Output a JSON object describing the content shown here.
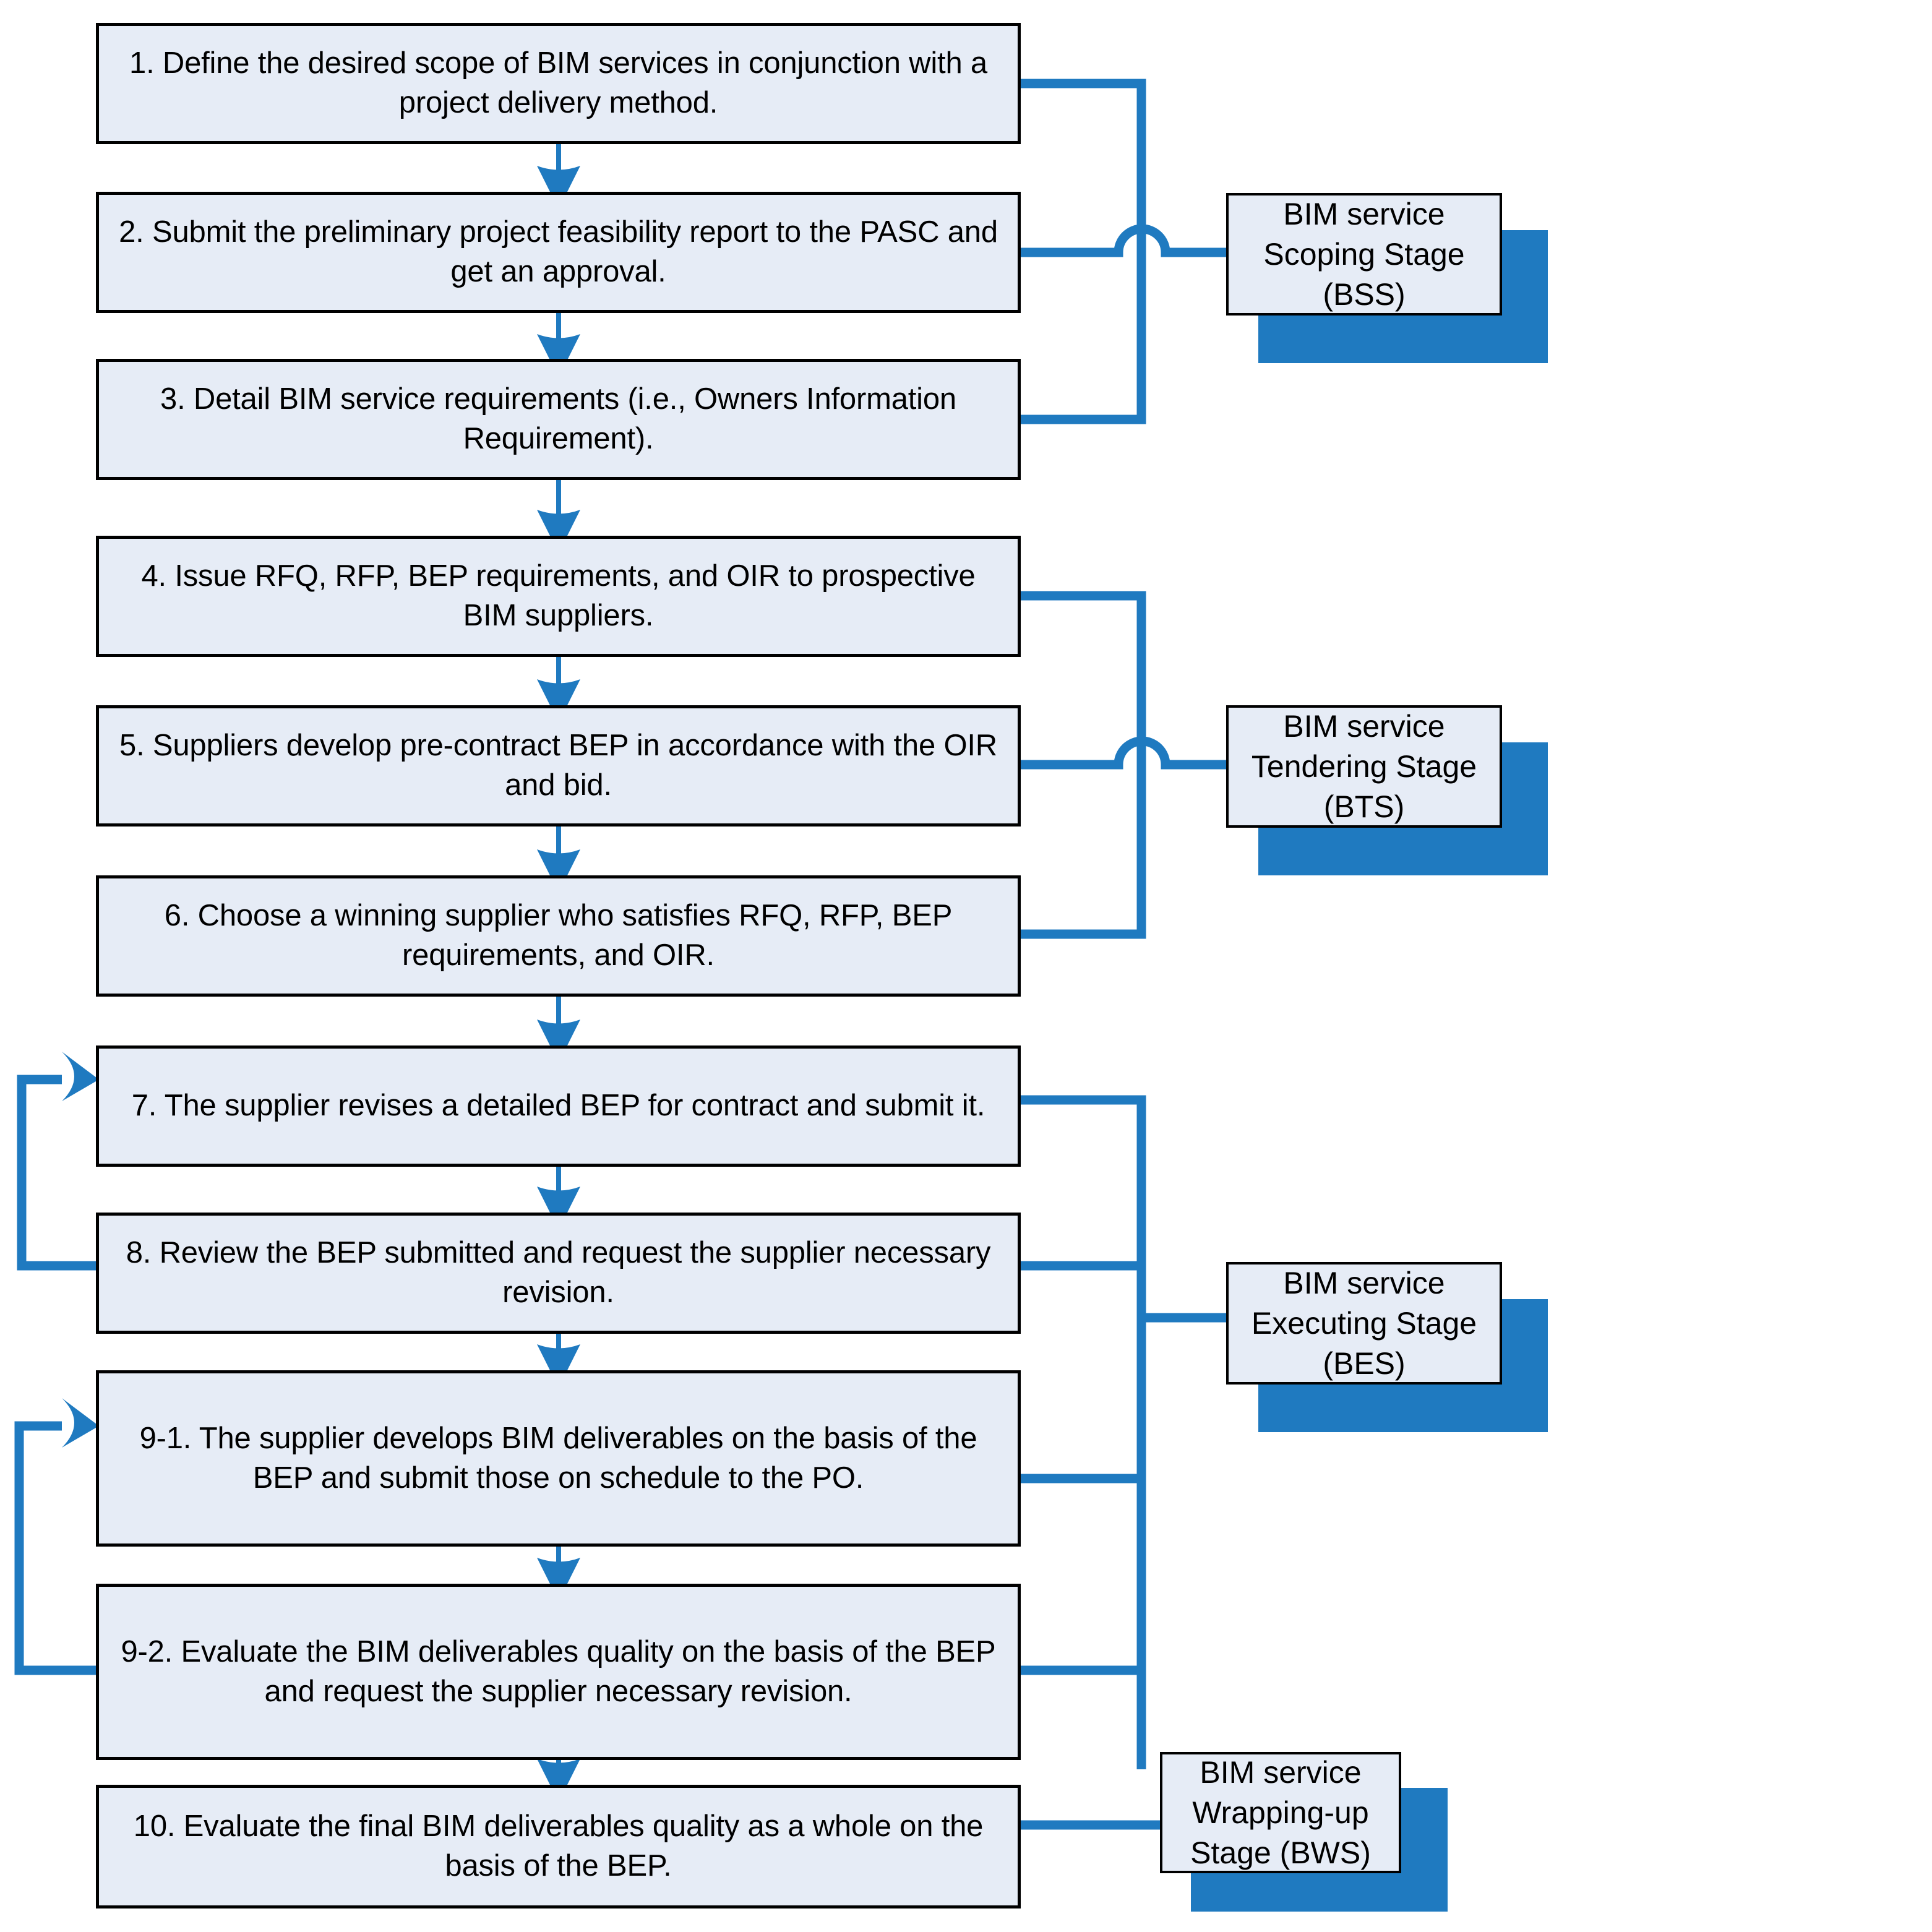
{
  "diagram": {
    "title": "BIM service delivery process flowchart",
    "accent_color": "#1f7ac0",
    "box_fill": "#e6ecf6",
    "box_border": "#000000"
  },
  "process_steps": [
    {
      "id": "step-1",
      "text": "1. Define the desired scope of BIM services in conjunction with a project delivery method."
    },
    {
      "id": "step-2",
      "text": "2. Submit the preliminary project feasibility report to the PASC and get an approval."
    },
    {
      "id": "step-3",
      "text": "3. Detail BIM service requirements (i.e., Owners Information Requirement)."
    },
    {
      "id": "step-4",
      "text": "4. Issue RFQ, RFP, BEP requirements, and OIR to prospective BIM suppliers."
    },
    {
      "id": "step-5",
      "text": "5. Suppliers develop pre-contract BEP in accordance with the OIR and bid."
    },
    {
      "id": "step-6",
      "text": "6. Choose a winning supplier who satisfies RFQ, RFP, BEP requirements, and OIR."
    },
    {
      "id": "step-7",
      "text": "7. The supplier revises a detailed BEP for contract and submit it."
    },
    {
      "id": "step-8",
      "text": "8. Review the BEP submitted and request the supplier necessary revision."
    },
    {
      "id": "step-9-1",
      "text": "9-1. The supplier develops BIM deliverables on the basis of the BEP and submit those on schedule to the PO."
    },
    {
      "id": "step-9-2",
      "text": "9-2. Evaluate the BIM deliverables quality on the basis of the BEP and request the supplier necessary revision."
    },
    {
      "id": "step-10",
      "text": "10. Evaluate the final BIM deliverables quality as a whole on the basis of the BEP."
    }
  ],
  "stages": [
    {
      "id": "stage-bss",
      "line1": "BIM service Scoping Stage",
      "line2": "(BSS)",
      "text": "BIM service Scoping Stage (BSS)",
      "covers": [
        "step-1",
        "step-2",
        "step-3"
      ]
    },
    {
      "id": "stage-bts",
      "line1": "BIM service Tendering Stage",
      "line2": "(BTS)",
      "text": "BIM service Tendering Stage (BTS)",
      "covers": [
        "step-4",
        "step-5",
        "step-6"
      ]
    },
    {
      "id": "stage-bes",
      "line1": "BIM service Executing Stage",
      "line2": "(BES)",
      "text": "BIM service Executing Stage (BES)",
      "covers": [
        "step-7",
        "step-8",
        "step-9-1",
        "step-9-2"
      ]
    },
    {
      "id": "stage-bws",
      "line1": "BIM service Wrapping-up",
      "line2": "Stage (BWS)",
      "text": "BIM service Wrapping-up Stage (BWS)",
      "covers": [
        "step-10"
      ]
    }
  ],
  "feedback_loops": [
    {
      "id": "loop-8-to-7",
      "from": "step-8",
      "to": "step-7"
    },
    {
      "id": "loop-9-2-to-9-1",
      "from": "step-9-2",
      "to": "step-9-1"
    }
  ]
}
